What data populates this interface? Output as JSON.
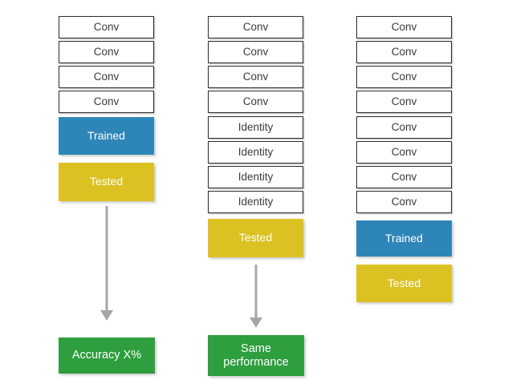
{
  "diagram": {
    "title": "Network depth / identity-layer comparison diagram",
    "background_color": "#ffffff",
    "colors": {
      "layer_fill": "#ffffff",
      "layer_border": "#2b2b2b",
      "trained": "#2e86b8",
      "tested": "#dbc222",
      "result": "#2e9e3e",
      "arrow": "#a6a6a6",
      "layer_text": "#3a3a3a",
      "stage_text": "#ffffff"
    },
    "columns": [
      {
        "id": "left",
        "name": "shallow-network-column",
        "layers": [
          {
            "label": "Conv",
            "type": "layer"
          },
          {
            "label": "Conv",
            "type": "layer"
          },
          {
            "label": "Conv",
            "type": "layer"
          },
          {
            "label": "Conv",
            "type": "layer"
          },
          {
            "label": "Trained",
            "type": "trained"
          },
          {
            "label": "Tested",
            "type": "tested"
          }
        ],
        "arrow": {
          "label": "flows-to-result"
        },
        "result": {
          "label": "Accuracy X%"
        }
      },
      {
        "id": "middle",
        "name": "identity-padded-network-column",
        "layers": [
          {
            "label": "Conv",
            "type": "layer"
          },
          {
            "label": "Conv",
            "type": "layer"
          },
          {
            "label": "Conv",
            "type": "layer"
          },
          {
            "label": "Conv",
            "type": "layer"
          },
          {
            "label": "Identity",
            "type": "layer"
          },
          {
            "label": "Identity",
            "type": "layer"
          },
          {
            "label": "Identity",
            "type": "layer"
          },
          {
            "label": "Identity",
            "type": "layer"
          },
          {
            "label": "Tested",
            "type": "tested"
          }
        ],
        "arrow": {
          "label": "flows-to-result"
        },
        "result": {
          "label": "Same\nperformance"
        }
      },
      {
        "id": "right",
        "name": "deep-network-column",
        "layers": [
          {
            "label": "Conv",
            "type": "layer"
          },
          {
            "label": "Conv",
            "type": "layer"
          },
          {
            "label": "Conv",
            "type": "layer"
          },
          {
            "label": "Conv",
            "type": "layer"
          },
          {
            "label": "Conv",
            "type": "layer"
          },
          {
            "label": "Conv",
            "type": "layer"
          },
          {
            "label": "Conv",
            "type": "layer"
          },
          {
            "label": "Conv",
            "type": "layer"
          },
          {
            "label": "Trained",
            "type": "trained"
          },
          {
            "label": "Tested",
            "type": "tested"
          }
        ],
        "arrow": null,
        "result": null
      }
    ]
  }
}
